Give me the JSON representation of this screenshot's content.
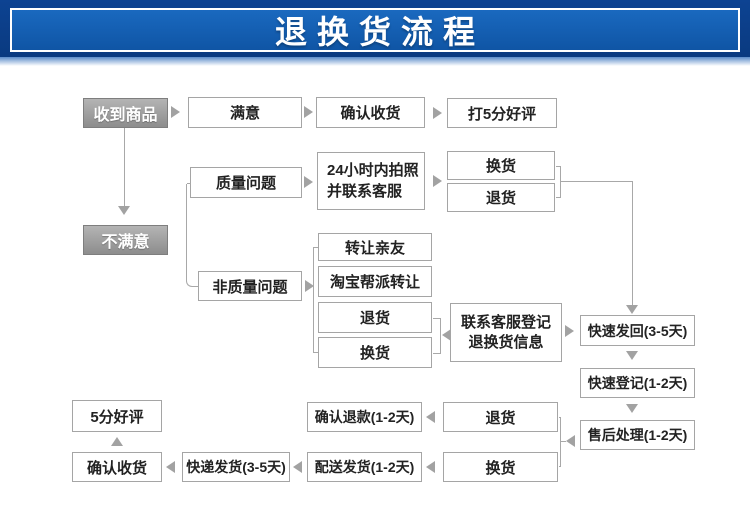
{
  "title": "退换货流程",
  "colors": {
    "banner_outer": "#0b3c86",
    "banner_inner": "#1565b8",
    "banner_border": "#ffffff",
    "node_border": "#a5a5a5",
    "dark_node": "#9a9a9a",
    "connector": "#a8a8a8"
  },
  "nodes": {
    "received": "收到商品",
    "satisfied": "满意",
    "confirm_receipt": "确认收货",
    "rate_five": "打5分好评",
    "unsatisfied": "不满意",
    "quality_issue": "质量问题",
    "photo_line1": "24小时内拍照",
    "photo_line2": "并联系客服",
    "exchange_q": "换货",
    "return_q": "退货",
    "non_quality_issue": "非质量问题",
    "transfer_friend": "转让亲友",
    "taobao_transfer": "淘宝帮派转让",
    "return_nq": "退货",
    "exchange_nq": "换货",
    "contact_line1": "联系客服登记",
    "contact_line2": "退换货信息",
    "fast_return": "快速发回(3-5天)",
    "fast_register": "快速登记(1-2天)",
    "after_sale": "售后处理(1-2天)",
    "return_b": "退货",
    "exchange_b": "换货",
    "confirm_refund": "确认退款(1-2天)",
    "dispatch": "配送发货(1-2天)",
    "express": "快递发货(3-5天)",
    "confirm_receipt2": "确认收货",
    "five_star": "5分好评"
  }
}
